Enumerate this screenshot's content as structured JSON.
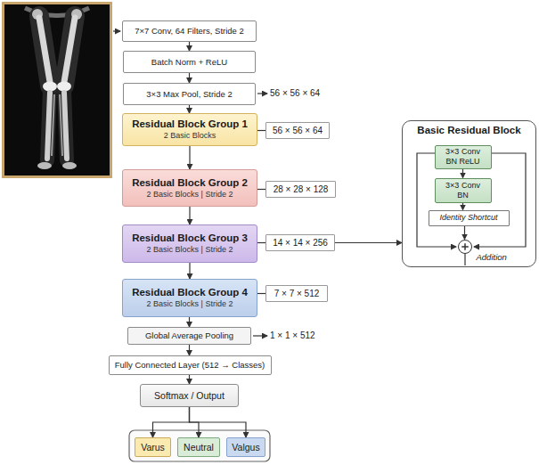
{
  "diagram": {
    "nodes": [
      {
        "text": [
          "7×7 Conv, 64 Filters, Stride 2"
        ]
      },
      {
        "text": [
          "Batch Norm + ReLU"
        ]
      },
      {
        "text": [
          "3×3 Max Pool, Stride 2"
        ]
      },
      {
        "text": [
          "Residual Block Group 1",
          "2 Basic Blocks"
        ]
      },
      {
        "text": [
          "56 × 56 × 64"
        ]
      },
      {
        "text": [
          "Residual Block Group 2",
          "2 Basic Blocks | Stride 2"
        ]
      },
      {
        "text": [
          "28 × 28 × 128"
        ]
      },
      {
        "text": [
          "Residual Block Group 3",
          "2 Basic Blocks | Stride 2"
        ]
      },
      {
        "text": [
          "14 × 14 × 256"
        ]
      },
      {
        "text": [
          "Basic Residual Block"
        ]
      },
      {
        "text": [
          "3×3 Conv",
          "BN ReLU"
        ],
        "in": 9
      },
      {
        "text": [
          "3×3 Conv",
          "BN"
        ],
        "in": 9
      },
      {
        "text": [
          "Identity Shortcut"
        ],
        "in": 9
      },
      {
        "text": [
          "Addition"
        ],
        "in": 9
      },
      {
        "text": [
          "Residual Block Group 4",
          "2 Basic Blocks | Stride 2"
        ]
      },
      {
        "text": [
          "7 × 7 × 512"
        ]
      },
      {
        "text": [
          "Global Average Pooling"
        ]
      },
      {
        "text": [
          "Fully Connected Layer (512 → Classes)"
        ]
      },
      {
        "text": [
          "Softmax / Output"
        ]
      },
      {
        "text": [
          "Varus"
        ]
      },
      {
        "text": [
          "Neutral"
        ]
      },
      {
        "text": [
          "Valgus"
        ]
      }
    ],
    "edges": [
      {
        "from": 0,
        "to": 1,
        "arrow": "to"
      },
      {
        "from": 1,
        "to": 2,
        "arrow": "to"
      },
      {
        "from": 2,
        "to": 3,
        "arrow": "to"
      },
      {
        "from": 3,
        "to": 4,
        "arrow": "none"
      },
      {
        "from": 3,
        "to": 5,
        "arrow": "to"
      },
      {
        "from": 5,
        "to": 6,
        "arrow": "none"
      },
      {
        "from": 5,
        "to": 7,
        "arrow": "to"
      },
      {
        "from": 7,
        "to": 8,
        "arrow": "none"
      },
      {
        "from": 8,
        "to": 9,
        "arrow": "to"
      },
      {
        "from": 10,
        "to": 11,
        "arrow": "to"
      },
      {
        "from": 11,
        "to": 12,
        "arrow": "to"
      },
      {
        "from": 12,
        "to": 13,
        "arrow": "to"
      },
      {
        "from": 7,
        "to": 14,
        "arrow": "to"
      },
      {
        "from": 14,
        "to": 15,
        "arrow": "none"
      },
      {
        "from": 14,
        "to": 16,
        "arrow": "to"
      },
      {
        "from": 16,
        "to": 17,
        "arrow": "to"
      },
      {
        "from": 17,
        "to": 18,
        "arrow": "to"
      },
      {
        "from": 18,
        "to": 19,
        "arrow": "to"
      },
      {
        "from": 18,
        "to": 20,
        "arrow": "to"
      },
      {
        "from": 18,
        "to": 21,
        "arrow": "to"
      }
    ],
    "labels": [
      "56 × 56 × 64",
      "1 × 1 × 512"
    ]
  }
}
